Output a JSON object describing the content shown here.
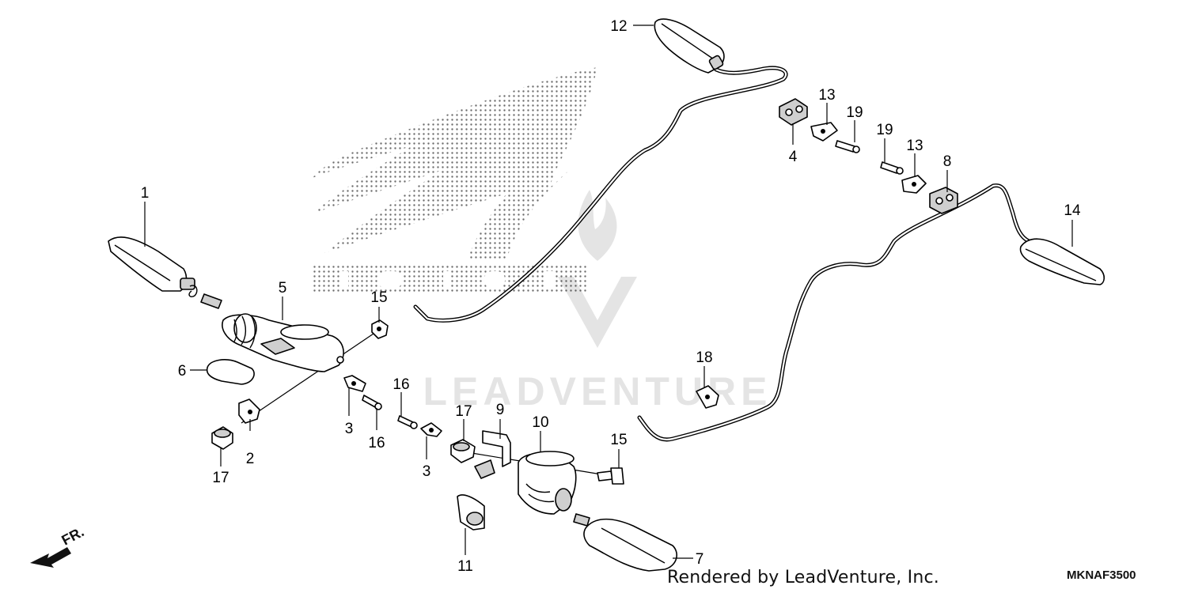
{
  "callouts": [
    "1",
    "2",
    "3",
    "3",
    "4",
    "5",
    "6",
    "7",
    "8",
    "9",
    "10",
    "11",
    "12",
    "13",
    "13",
    "14",
    "15",
    "15",
    "16",
    "16",
    "17",
    "17",
    "18",
    "19",
    "19"
  ],
  "direction_label": "FR.",
  "footer": {
    "credit": "Rendered by LeadVenture, Inc.",
    "code": "MKNAF3500"
  },
  "watermark_text": "LEADVENTURE",
  "logo_text": "HONDA"
}
